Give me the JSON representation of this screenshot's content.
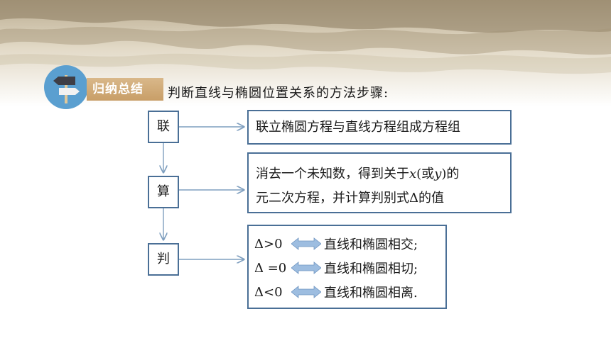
{
  "badge": {
    "label": "归纳总结",
    "icon": "signpost-icon"
  },
  "heading": "判断直线与椭圆位置关系的方法步骤:",
  "steps": [
    {
      "label": "联"
    },
    {
      "label": "算"
    },
    {
      "label": "判"
    }
  ],
  "descriptions": {
    "lian": "联立椭圆方程与直线方程组成方程组",
    "suan": {
      "line1_prefix": "消去一个未知数，得到关于",
      "var_x": "x",
      "paren_open": "(或",
      "var_y": "y",
      "paren_close": ")的",
      "line2": "元二次方程，并计算判别式Δ的值"
    },
    "pan": [
      {
        "condition": "Δ>0",
        "result": "直线和椭圆相交;"
      },
      {
        "condition": "Δ =0",
        "result": "直线和椭圆相切;"
      },
      {
        "condition": "Δ<0",
        "result": "直线和椭圆相离."
      }
    ]
  },
  "colors": {
    "box_border": "#4a6f96",
    "connector": "#7f9fbf",
    "double_arrow": "#9dbde0",
    "badge_circle": "#5a9fd0",
    "badge_label": "#c89e67"
  }
}
